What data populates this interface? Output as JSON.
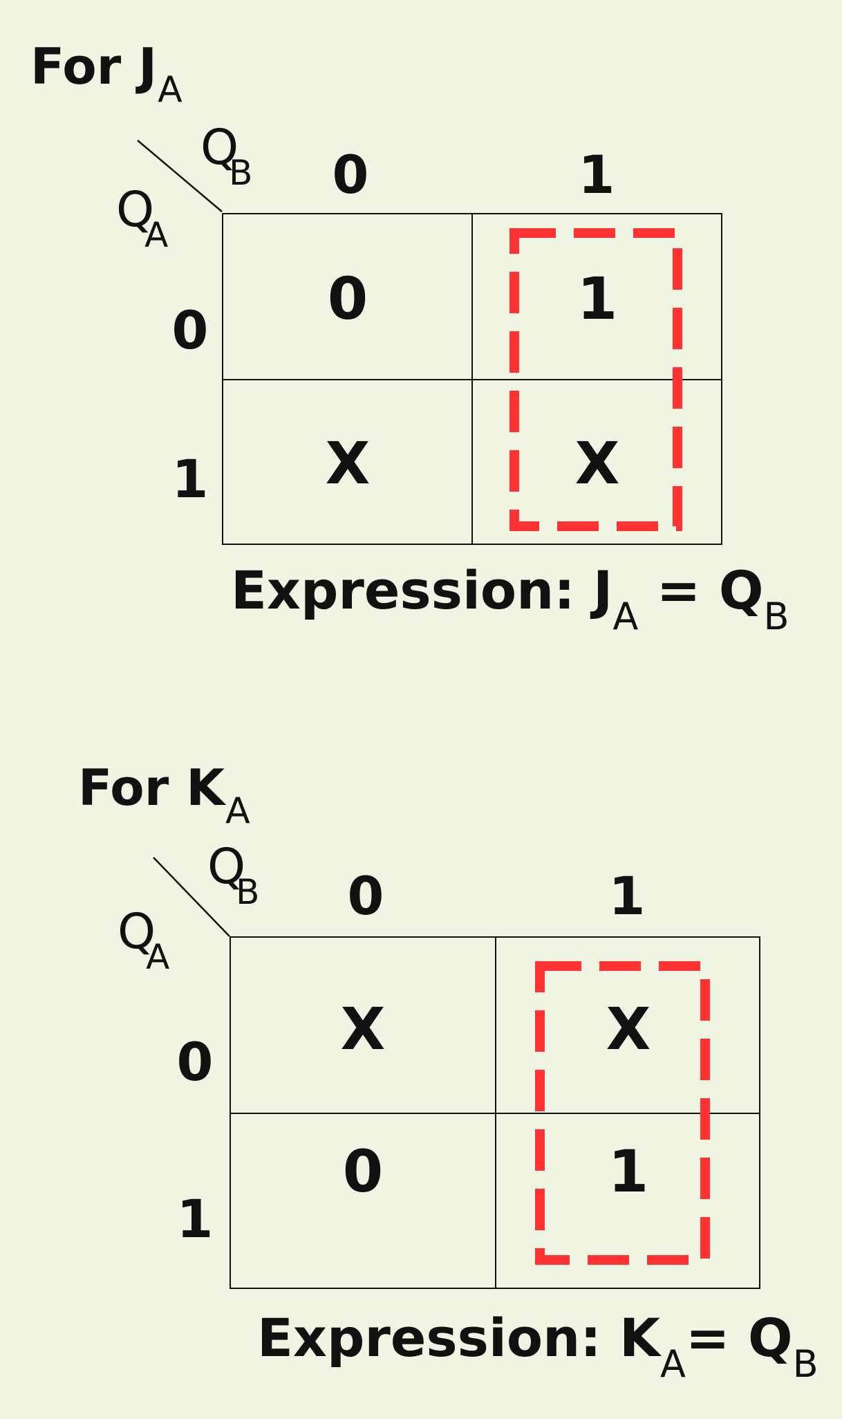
{
  "maps": [
    {
      "title_main": "For J",
      "title_sub": "A",
      "col_var": "Q",
      "col_var_sub": "B",
      "row_var": "Q",
      "row_var_sub": "A",
      "col_headers": [
        "0",
        "1"
      ],
      "row_headers": [
        "0",
        "1"
      ],
      "cells": [
        [
          "0",
          "1"
        ],
        [
          "X",
          "X"
        ]
      ],
      "expression": {
        "prefix": "Expression: J",
        "lhs_sub": "A",
        "equals": " = Q",
        "rhs_sub": "B"
      },
      "group_color": "#ff3333"
    },
    {
      "title_main": "For K",
      "title_sub": "A",
      "col_var": "Q",
      "col_var_sub": "B",
      "row_var": "Q",
      "row_var_sub": "A",
      "col_headers": [
        "0",
        "1"
      ],
      "row_headers": [
        "0",
        "1"
      ],
      "cells": [
        [
          "X",
          "X"
        ],
        [
          "0",
          "1"
        ]
      ],
      "expression": {
        "prefix": "Expression: K",
        "lhs_sub": "A",
        "equals": "= Q",
        "rhs_sub": "B"
      },
      "group_color": "#ff3333"
    }
  ]
}
